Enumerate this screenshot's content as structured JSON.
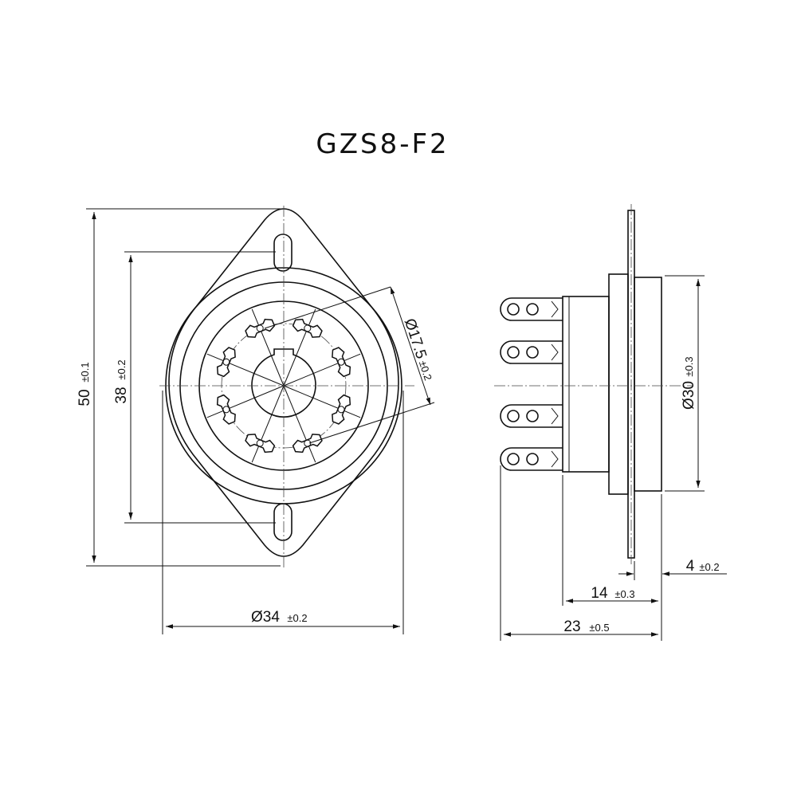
{
  "title": "GZS8-F2",
  "front_view": {
    "height": {
      "value": "50",
      "tol": "±0.1"
    },
    "hole_spacing": {
      "value": "38",
      "tol": "±0.2"
    },
    "pin_circle": {
      "value": "Ø17.5",
      "tol": "±0.2"
    },
    "body_diameter": {
      "value": "Ø34",
      "tol": "±0.2"
    },
    "pin_count": 8
  },
  "side_view": {
    "diameter": {
      "value": "Ø30",
      "tol": "±0.3"
    },
    "flange": {
      "value": "4",
      "tol": "±0.2"
    },
    "body_length": {
      "value": "14",
      "tol": "±0.3"
    },
    "overall_length": {
      "value": "23",
      "tol": "±0.5"
    }
  },
  "colors": {
    "line": "#111111",
    "background": "#ffffff"
  }
}
